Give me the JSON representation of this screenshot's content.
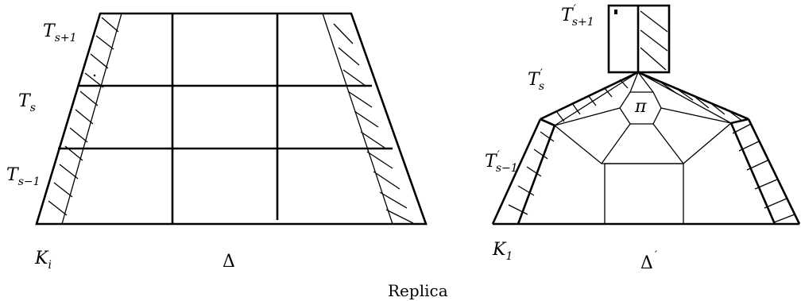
{
  "left_figure": {
    "label_top": "T",
    "label_top_sub": "s+1",
    "label_mid": "T",
    "label_mid_sub": "s",
    "label_low": "T",
    "label_low_sub": "s−1",
    "label_base_left": "K",
    "label_base_left_sub": "i",
    "label_base": "Δ"
  },
  "right_figure": {
    "label_top": "T",
    "label_top_sub": "s+1",
    "label_mid": "T",
    "label_mid_sub": "s",
    "label_low": "T",
    "label_low_sub": "s−1",
    "label_center": "π",
    "label_base_left": "K",
    "label_base_left_sub": "1",
    "label_base": "Δ",
    "prime_mark": "′"
  },
  "caption": "Replica"
}
